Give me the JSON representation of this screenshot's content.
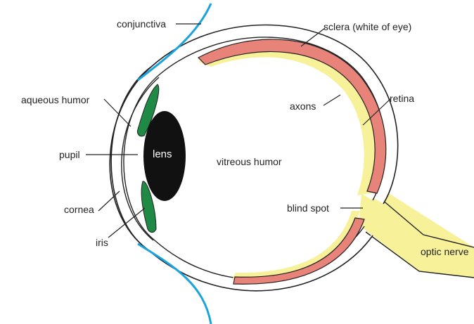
{
  "labels": {
    "conjunctiva": "conjunctiva",
    "sclera": "sclera (white of eye)",
    "aqueous_humor": "aqueous humor",
    "axons": "axons",
    "retina": "retina",
    "pupil": "pupil",
    "lens": "lens",
    "vitreous_humor": "vitreous humor",
    "cornea": "cornea",
    "blind_spot": "blind spot",
    "iris": "iris",
    "optic_nerve": "optic nerve"
  },
  "colors": {
    "outline": "#222222",
    "retina": "#e8837a",
    "axons_layer": "#f7f19a",
    "iris": "#1f8a45",
    "lens": "#111111",
    "conjunctiva": "#1aa3dd",
    "background": "#ffffff"
  }
}
